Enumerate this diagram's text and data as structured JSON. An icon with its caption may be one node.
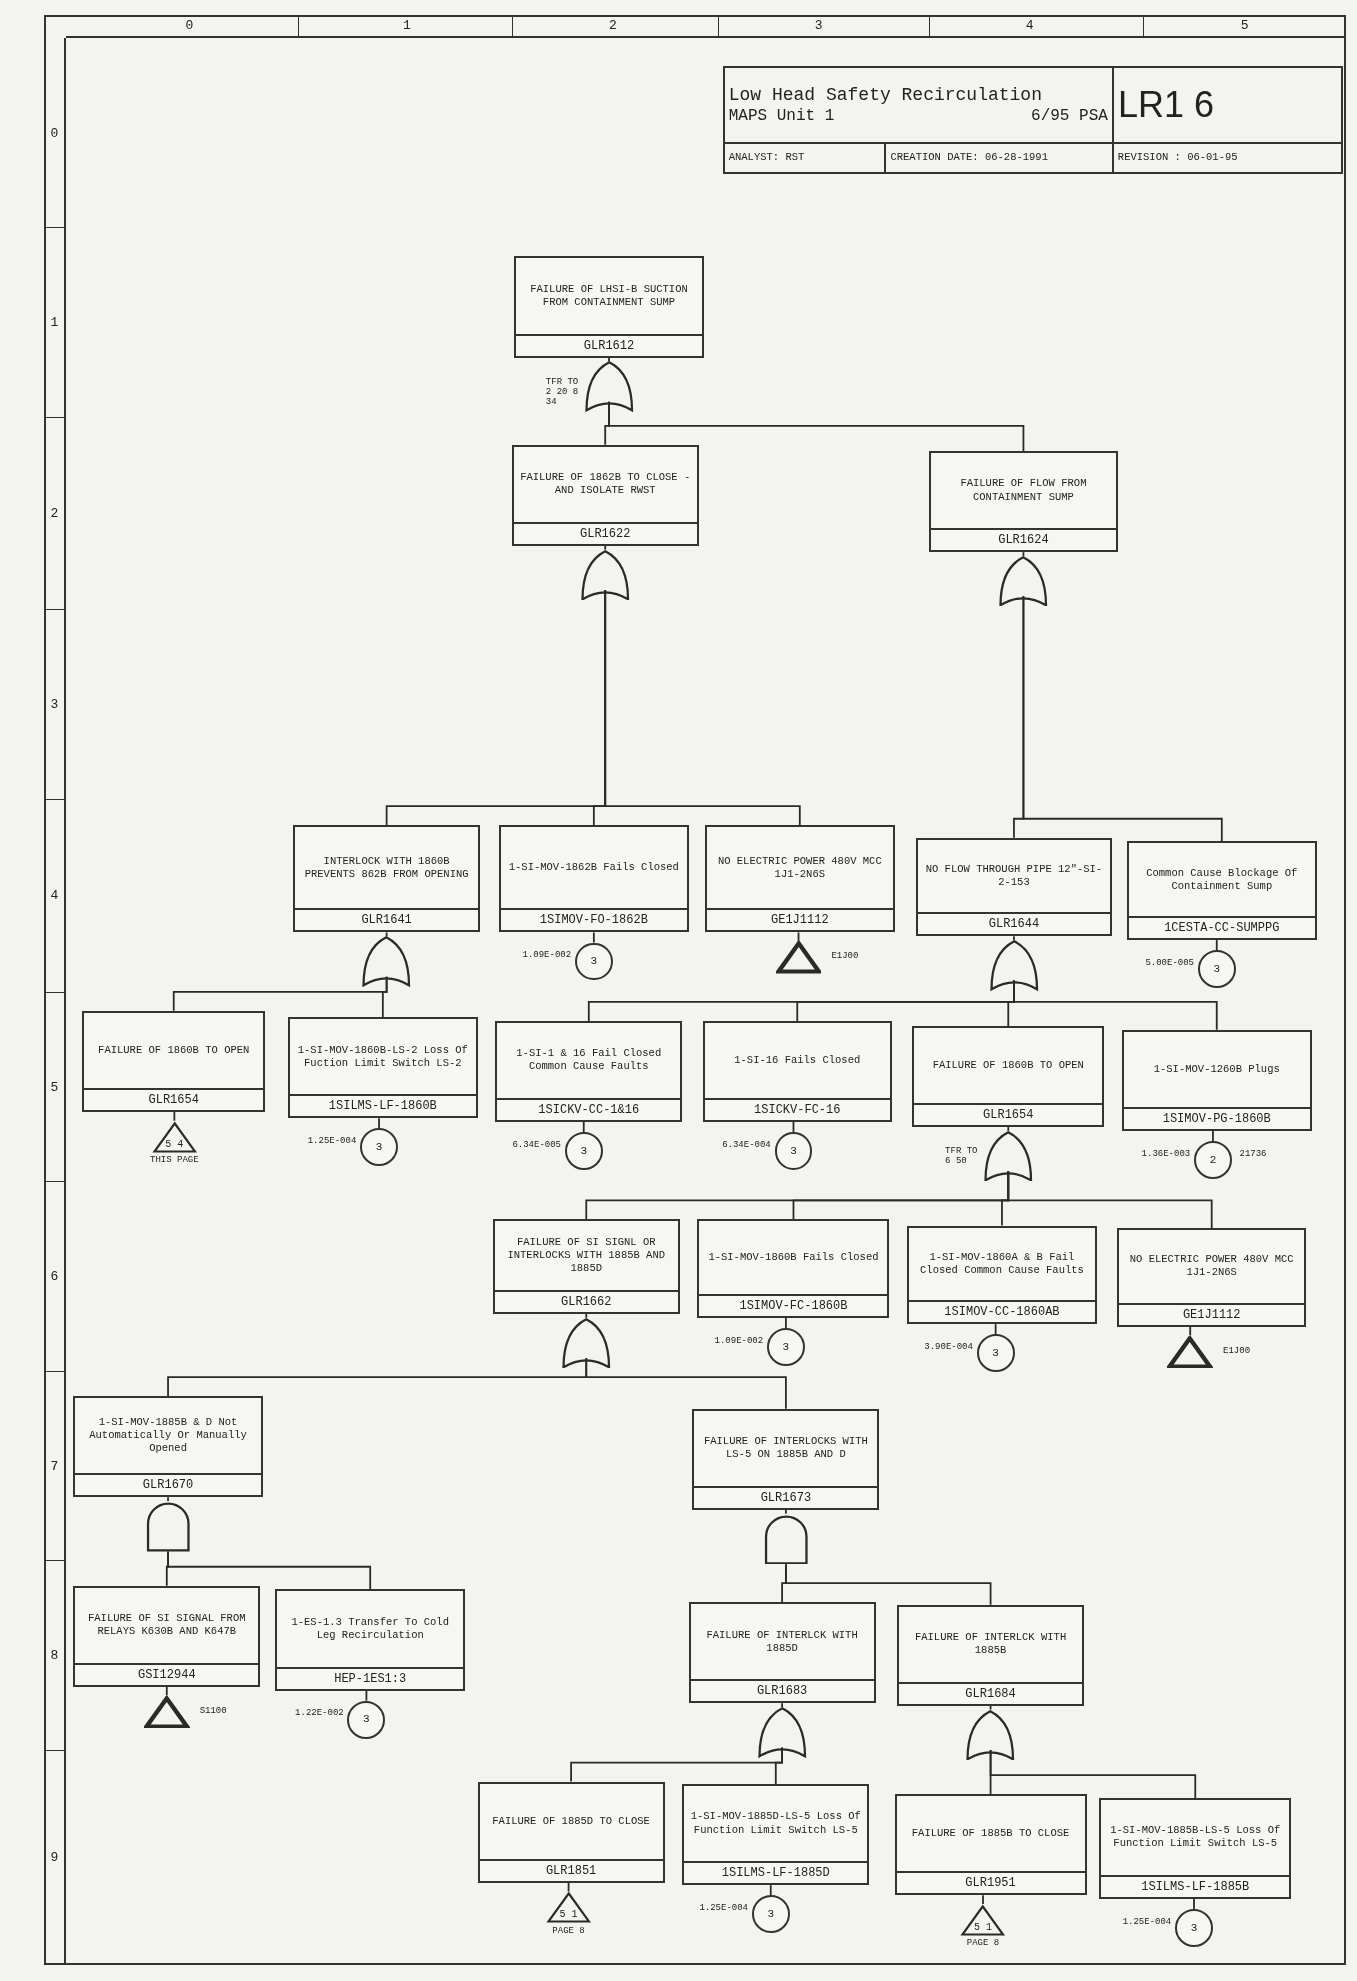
{
  "diagram": {
    "title": "Low Head Safety Recirculation",
    "nodes": [
      {
        "text": [
          "FAILURE OF LHSI-B SUCTION FROM CONTAINMENT SUMP",
          "GLR1612"
        ]
      },
      {
        "text": [],
        "shape": "or-gate",
        "beside": [
          "TFR TO 2 20 8 34"
        ]
      },
      {
        "text": [
          "FAILURE OF 1862B TO CLOSE - AND ISOLATE RWST",
          "GLR1622"
        ]
      },
      {
        "text": [
          "FAILURE OF FLOW FROM CONTAINMENT SUMP",
          "GLR1624"
        ]
      },
      {
        "text": [],
        "shape": "or-gate"
      },
      {
        "text": [],
        "shape": "or-gate"
      },
      {
        "text": [
          "INTERLOCK WITH 1860B PREVENTS 862B FROM OPENING",
          "GLR1641"
        ]
      },
      {
        "text": [
          "1-SI-MOV-1862B Fails Closed",
          "1SIMOV-FO-1862B"
        ]
      },
      {
        "text": [
          "NO ELECTRIC POWER 480V MCC 1J1-2N6S",
          "GE1J1112"
        ]
      },
      {
        "text": [
          "NO FLOW THROUGH PIPE 12\"-SI-2-153",
          "GLR1644"
        ]
      },
      {
        "text": [
          "Common Cause Blockage Of Containment Sump",
          "1CESTA-CC-SUMPPG"
        ]
      },
      {
        "text": [
          "3"
        ],
        "beside": [
          "1.09E-002"
        ]
      },
      {
        "text": [],
        "shape": "triangle",
        "beside": [
          "E1J00"
        ]
      },
      {
        "text": [
          "3"
        ],
        "beside": [
          "5.00E-005"
        ]
      },
      {
        "text": [],
        "shape": "or-gate"
      },
      {
        "text": [],
        "shape": "or-gate"
      },
      {
        "text": [
          "FAILURE OF 1860B TO OPEN",
          "GLR1654"
        ]
      },
      {
        "text": [
          "1-SI-MOV-1860B-LS-2 Loss Of Fuction Limit Switch LS-2",
          "1SILMS-LF-1860B"
        ]
      },
      {
        "text": [
          "1-SI-1 & 16 Fail Closed Common Cause Faults",
          "1SICKV-CC-1&16"
        ]
      },
      {
        "text": [
          "1-SI-16 Fails Closed",
          "1SICKV-FC-16"
        ]
      },
      {
        "text": [
          "FAILURE OF 1860B TO OPEN",
          "GLR1654"
        ]
      },
      {
        "text": [
          "1-SI-MOV-1260B Plugs",
          "1SIMOV-PG-1860B"
        ]
      },
      {
        "text": [
          "5 4"
        ],
        "beside": [
          "THIS PAGE"
        ]
      },
      {
        "text": [
          "3"
        ],
        "beside": [
          "1.25E-004"
        ]
      },
      {
        "text": [
          "3"
        ],
        "beside": [
          "6.34E-005"
        ]
      },
      {
        "text": [
          "3"
        ],
        "beside": [
          "6.34E-004"
        ]
      },
      {
        "text": [
          "2"
        ],
        "beside": [
          "1.36E-003",
          "21736"
        ]
      },
      {
        "text": [],
        "shape": "or-gate",
        "beside": [
          "TFR TO 6 50"
        ]
      },
      {
        "text": [
          "FAILURE OF SI SIGNL OR INTERLOCKS WITH 1885B AND 1885D",
          "GLR1662"
        ]
      },
      {
        "text": [
          "1-SI-MOV-1860B Fails Closed",
          "1SIMOV-FC-1860B"
        ]
      },
      {
        "text": [
          "1-SI-MOV-1860A & B Fail Closed Common Cause Faults",
          "1SIMOV-CC-1860AB"
        ]
      },
      {
        "text": [
          "NO ELECTRIC POWER 480V MCC 1J1-2N6S",
          "GE1J1112"
        ]
      },
      {
        "text": [
          "3"
        ],
        "beside": [
          "1.09E-002"
        ]
      },
      {
        "text": [
          "3"
        ],
        "beside": [
          "3.90E-004"
        ]
      },
      {
        "text": [],
        "shape": "triangle",
        "beside": [
          "E1J00"
        ]
      },
      {
        "text": [],
        "shape": "or-gate"
      },
      {
        "text": [
          "1-SI-MOV-1885B & D Not Automatically Or Manually Opened",
          "GLR1670"
        ]
      },
      {
        "text": [
          "FAILURE OF INTERLOCKS WITH LS-5 ON 1885B AND D",
          "GLR1673"
        ]
      },
      {
        "text": [],
        "shape": "and-gate"
      },
      {
        "text": [],
        "shape": "and-gate"
      },
      {
        "text": [
          "FAILURE OF SI SIGNAL FROM RELAYS K630B AND K647B",
          "GSI12944"
        ]
      },
      {
        "text": [
          "1-ES-1.3 Transfer To Cold Leg Recirculation",
          "HEP-1ES1:3"
        ]
      },
      {
        "text": [
          "FAILURE OF INTERLCK WITH 1885D",
          "GLR1683"
        ]
      },
      {
        "text": [
          "FAILURE OF INTERLCK WITH 1885B",
          "GLR1684"
        ]
      },
      {
        "text": [],
        "shape": "triangle",
        "beside": [
          "S1100"
        ]
      },
      {
        "text": [
          "3"
        ],
        "beside": [
          "1.22E-002"
        ]
      },
      {
        "text": [],
        "shape": "or-gate"
      },
      {
        "text": [],
        "shape": "or-gate"
      },
      {
        "text": [
          "FAILURE OF 1885D TO CLOSE",
          "GLR1851"
        ]
      },
      {
        "text": [
          "1-SI-MOV-1885D-LS-5 Loss Of Function Limit Switch LS-5",
          "1SILMS-LF-1885D"
        ]
      },
      {
        "text": [
          "FAILURE OF 1885B TO CLOSE",
          "GLR1951"
        ]
      },
      {
        "text": [
          "1-SI-MOV-1885B-LS-5 Loss Of Function Limit Switch LS-5",
          "1SILMS-LF-1885B"
        ]
      },
      {
        "text": [
          "5 1"
        ],
        "beside": [
          "PAGE 8"
        ]
      },
      {
        "text": [
          "3"
        ],
        "beside": [
          "1.25E-004"
        ]
      },
      {
        "text": [
          "5 1"
        ],
        "beside": [
          "PAGE 8"
        ]
      },
      {
        "text": [
          "3"
        ],
        "beside": [
          "1.25E-004"
        ]
      }
    ],
    "edges": [
      {
        "from": 0,
        "to": 1,
        "arrow": "none"
      },
      {
        "from": 1,
        "to": 2,
        "arrow": "none"
      },
      {
        "from": 1,
        "to": 3,
        "arrow": "none"
      },
      {
        "from": 2,
        "to": 4,
        "arrow": "none"
      },
      {
        "from": 3,
        "to": 5,
        "arrow": "none"
      },
      {
        "from": 4,
        "to": 6,
        "arrow": "none"
      },
      {
        "from": 4,
        "to": 7,
        "arrow": "none"
      },
      {
        "from": 4,
        "to": 8,
        "arrow": "none"
      },
      {
        "from": 5,
        "to": 9,
        "arrow": "none"
      },
      {
        "from": 5,
        "to": 10,
        "arrow": "none"
      },
      {
        "from": 7,
        "to": 11,
        "arrow": "none"
      },
      {
        "from": 8,
        "to": 12,
        "arrow": "none"
      },
      {
        "from": 10,
        "to": 13,
        "arrow": "none"
      },
      {
        "from": 6,
        "to": 14,
        "arrow": "none"
      },
      {
        "from": 9,
        "to": 15,
        "arrow": "none"
      },
      {
        "from": 14,
        "to": 16,
        "arrow": "none"
      },
      {
        "from": 14,
        "to": 17,
        "arrow": "none"
      },
      {
        "from": 15,
        "to": 18,
        "arrow": "none"
      },
      {
        "from": 15,
        "to": 19,
        "arrow": "none"
      },
      {
        "from": 15,
        "to": 20,
        "arrow": "none"
      },
      {
        "from": 15,
        "to": 21,
        "arrow": "none"
      },
      {
        "from": 16,
        "to": 22,
        "arrow": "none"
      },
      {
        "from": 17,
        "to": 23,
        "arrow": "none"
      },
      {
        "from": 18,
        "to": 24,
        "arrow": "none"
      },
      {
        "from": 19,
        "to": 25,
        "arrow": "none"
      },
      {
        "from": 21,
        "to": 26,
        "arrow": "none"
      },
      {
        "from": 20,
        "to": 27,
        "arrow": "none"
      },
      {
        "from": 27,
        "to": 28,
        "arrow": "none"
      },
      {
        "from": 27,
        "to": 29,
        "arrow": "none"
      },
      {
        "from": 27,
        "to": 30,
        "arrow": "none"
      },
      {
        "from": 27,
        "to": 31,
        "arrow": "none"
      },
      {
        "from": 29,
        "to": 32,
        "arrow": "none"
      },
      {
        "from": 30,
        "to": 33,
        "arrow": "none"
      },
      {
        "from": 31,
        "to": 34,
        "arrow": "none"
      },
      {
        "from": 28,
        "to": 35,
        "arrow": "none"
      },
      {
        "from": 35,
        "to": 36,
        "arrow": "none"
      },
      {
        "from": 35,
        "to": 37,
        "arrow": "none"
      },
      {
        "from": 36,
        "to": 38,
        "arrow": "none"
      },
      {
        "from": 37,
        "to": 39,
        "arrow": "none"
      },
      {
        "from": 38,
        "to": 40,
        "arrow": "none"
      },
      {
        "from": 38,
        "to": 41,
        "arrow": "none"
      },
      {
        "from": 39,
        "to": 42,
        "arrow": "none"
      },
      {
        "from": 39,
        "to": 43,
        "arrow": "none"
      },
      {
        "from": 40,
        "to": 44,
        "arrow": "none"
      },
      {
        "from": 41,
        "to": 45,
        "arrow": "none"
      },
      {
        "from": 42,
        "to": 46,
        "arrow": "none"
      },
      {
        "from": 43,
        "to": 47,
        "arrow": "none"
      },
      {
        "from": 46,
        "to": 48,
        "arrow": "none"
      },
      {
        "from": 46,
        "to": 49,
        "arrow": "none"
      },
      {
        "from": 47,
        "to": 50,
        "arrow": "none"
      },
      {
        "from": 47,
        "to": 51,
        "arrow": "none"
      },
      {
        "from": 48,
        "to": 52,
        "arrow": "none"
      },
      {
        "from": 49,
        "to": 53,
        "arrow": "none"
      },
      {
        "from": 50,
        "to": 54,
        "arrow": "none"
      },
      {
        "from": 51,
        "to": 55,
        "arrow": "none"
      }
    ],
    "labels": [
      "MAPS Unit 1",
      "6/95 PSA",
      "LR1 6",
      "ANALYST: RST",
      "CREATION DATE: 06-28-1991",
      "REVISION : 06-01-95",
      "0",
      "1",
      "2",
      "3",
      "4",
      "5",
      "0",
      "1",
      "2",
      "3",
      "4",
      "5",
      "6",
      "7",
      "8",
      "9"
    ]
  }
}
